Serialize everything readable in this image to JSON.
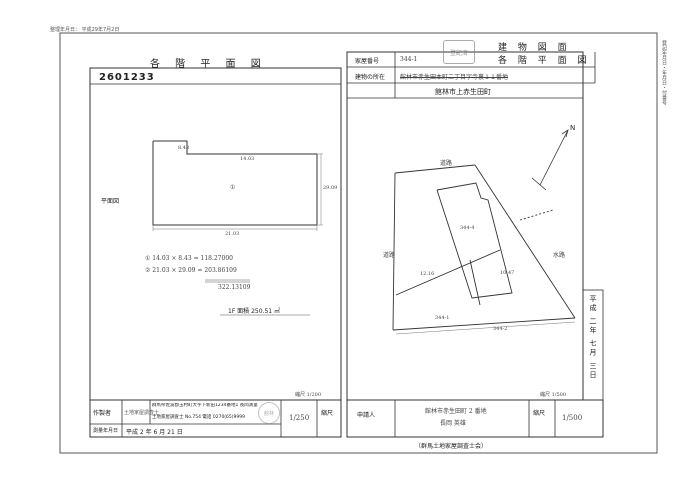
{
  "header": {
    "issue_date": "整理年月日： 平成29年7月2日",
    "side_code": "登記年月日・年月日・付番号"
  },
  "left_sheet": {
    "title": "各 階 平 面 図",
    "record_number": "2601233",
    "floor_label": "平面図",
    "floor_mark": "①",
    "calc_line_1": "① 14.03 × 8.43 = 118.27000",
    "calc_line_2": "② 21.03 × 29.09 = 203.86109",
    "calc_total": "322.13109",
    "floor_area": "1F 面積 250.51 ㎡",
    "scale_note": "縮尺 1/200",
    "dim_top": "14.03",
    "dim_side": "29.09",
    "dim_bottom": "21.03",
    "dim_left": "8.43",
    "maker_label": "作製者",
    "maker_address": "群馬県佐波郡玉村町大字下新田1234番地1 長岡測量設計事務所",
    "maker_license": "土地家屋調査士 No.754 電話 0270(65)9999",
    "maker_assoc": "土地家屋調査士",
    "scale_label": "縮尺",
    "scale_value": "1/250",
    "survey_label": "測量年月日",
    "survey_date": "平成 2 年 6 月 21 日"
  },
  "right_sheet": {
    "house_number_label": "家屋番号",
    "house_number": "344-1",
    "location_label": "建物の所在",
    "location_value": "館林市赤生田本町二丁目字寺裏１１番地",
    "location_correction": "館林市上赤生田町",
    "title_1": "建 物 図 面",
    "title_2": "各 階 平 面 図",
    "applicant_label": "申請人",
    "applicant_address": "館林市赤生田町 2 番地",
    "applicant_name": "長岡 英雄",
    "scale_label": "縮尺",
    "scale_value": "1/500",
    "road_north": "道路",
    "road_east": "水路",
    "road_west": "道路",
    "lot_a": "344-1",
    "lot_b": "344-2",
    "lot_c": "344-4",
    "dim_a": "12.16",
    "dim_b": "10.47",
    "north": "N",
    "vertical_date": "平成 二年 七月 三日",
    "footer": "（群馬土地家屋調査士会）",
    "map_scale_note": "縮尺 1/500"
  },
  "stamps": {
    "left_stamp": "登記済",
    "right_stamp": "館林"
  }
}
